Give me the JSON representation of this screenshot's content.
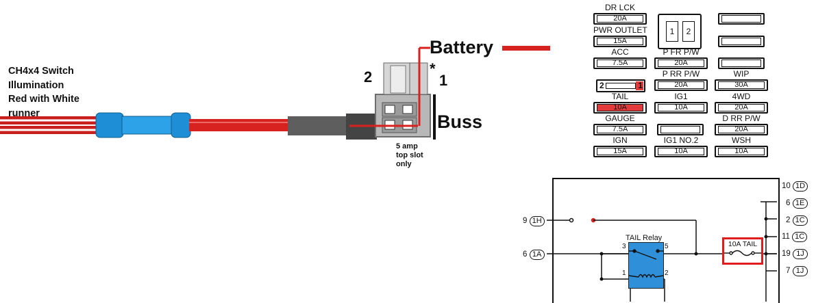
{
  "wire_note": {
    "line1": "CH4x4 Switch",
    "line2": "Illumination",
    "line3": "Red with White",
    "line4": "runner"
  },
  "tap": {
    "battery": "Battery",
    "buss": "Buss",
    "slot2": "2",
    "slot1": "1",
    "star": "*",
    "note_line1": "5 amp",
    "note_line2": "top slot",
    "note_line3": "only"
  },
  "fuse_box": {
    "col1": [
      {
        "label": "DR LCK",
        "value": "20A"
      },
      {
        "label": "PWR OUTLET",
        "value": "15A"
      },
      {
        "label": "ACC",
        "value": "7.5A"
      },
      {
        "label": "TAIL",
        "value": "10A"
      },
      {
        "label": "GAUGE",
        "value": "7.5A"
      },
      {
        "label": "IGN",
        "value": "15A"
      }
    ],
    "tail_switch": {
      "left": "2",
      "right": "1"
    },
    "col2": [
      {
        "label": "P FR P/W",
        "value": "20A"
      },
      {
        "label": "P RR P/W",
        "value": "20A"
      },
      {
        "label": "IG1",
        "value": "10A"
      },
      {
        "label": "IG1 NO.2",
        "value": "10A"
      }
    ],
    "relay_pins": [
      "1",
      "2"
    ],
    "col3": [
      {
        "label": "WIP",
        "value": "30A"
      },
      {
        "label": "4WD",
        "value": "20A"
      },
      {
        "label": "D RR P/W",
        "value": "20A"
      },
      {
        "label": "WSH",
        "value": "10A"
      }
    ],
    "highlight_color": "#e23a3a"
  },
  "schematic": {
    "relay_title": "TAIL Relay",
    "relay_pins": {
      "p3": "3",
      "p5": "5",
      "p1": "1",
      "p2": "2"
    },
    "fuse_label": "10A TAIL",
    "left": [
      {
        "num": "9",
        "code": "1H"
      },
      {
        "num": "6",
        "code": "1A"
      }
    ],
    "right": [
      {
        "num": "10",
        "code": "1D"
      },
      {
        "num": "6",
        "code": "1E"
      },
      {
        "num": "2",
        "code": "1C"
      },
      {
        "num": "11",
        "code": "1C"
      },
      {
        "num": "19",
        "code": "1J"
      },
      {
        "num": "7",
        "code": "1J"
      }
    ],
    "relay_color": "#2f8fd8",
    "highlight_color": "#e01d1d"
  }
}
